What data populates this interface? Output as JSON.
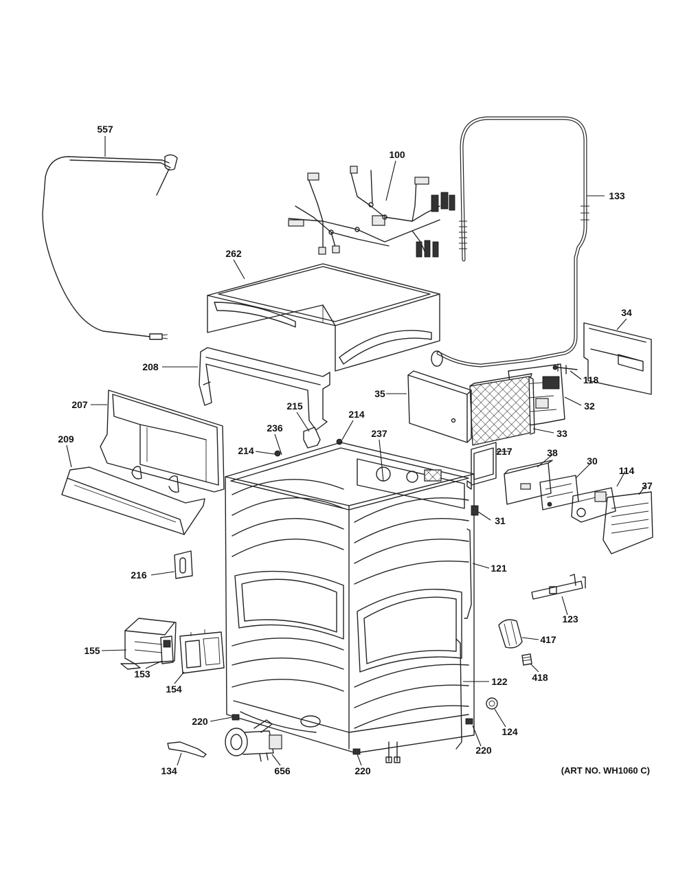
{
  "art_number": "(ART NO. WH1060 C)",
  "callouts": [
    {
      "id": "c557",
      "label": "557"
    },
    {
      "id": "c100",
      "label": "100"
    },
    {
      "id": "c133",
      "label": "133"
    },
    {
      "id": "c262",
      "label": "262"
    },
    {
      "id": "c34",
      "label": "34"
    },
    {
      "id": "c118",
      "label": "118"
    },
    {
      "id": "c208",
      "label": "208"
    },
    {
      "id": "c35",
      "label": "35"
    },
    {
      "id": "c32",
      "label": "32"
    },
    {
      "id": "c207",
      "label": "207"
    },
    {
      "id": "c215",
      "label": "215"
    },
    {
      "id": "c214a",
      "label": "214"
    },
    {
      "id": "c33",
      "label": "33"
    },
    {
      "id": "c209",
      "label": "209"
    },
    {
      "id": "c236",
      "label": "236"
    },
    {
      "id": "c237",
      "label": "237"
    },
    {
      "id": "c214b",
      "label": "214"
    },
    {
      "id": "c217",
      "label": "217"
    },
    {
      "id": "c38",
      "label": "38"
    },
    {
      "id": "c30",
      "label": "30"
    },
    {
      "id": "c114",
      "label": "114"
    },
    {
      "id": "c37",
      "label": "37"
    },
    {
      "id": "c31",
      "label": "31"
    },
    {
      "id": "c121",
      "label": "121"
    },
    {
      "id": "c216",
      "label": "216"
    },
    {
      "id": "c123",
      "label": "123"
    },
    {
      "id": "c417",
      "label": "417"
    },
    {
      "id": "c155",
      "label": "155"
    },
    {
      "id": "c418",
      "label": "418"
    },
    {
      "id": "c153",
      "label": "153"
    },
    {
      "id": "c122",
      "label": "122"
    },
    {
      "id": "c154",
      "label": "154"
    },
    {
      "id": "c124",
      "label": "124"
    },
    {
      "id": "c220a",
      "label": "220"
    },
    {
      "id": "c220b",
      "label": "220"
    },
    {
      "id": "c134",
      "label": "134"
    },
    {
      "id": "c656",
      "label": "656"
    },
    {
      "id": "c220c",
      "label": "220"
    }
  ]
}
